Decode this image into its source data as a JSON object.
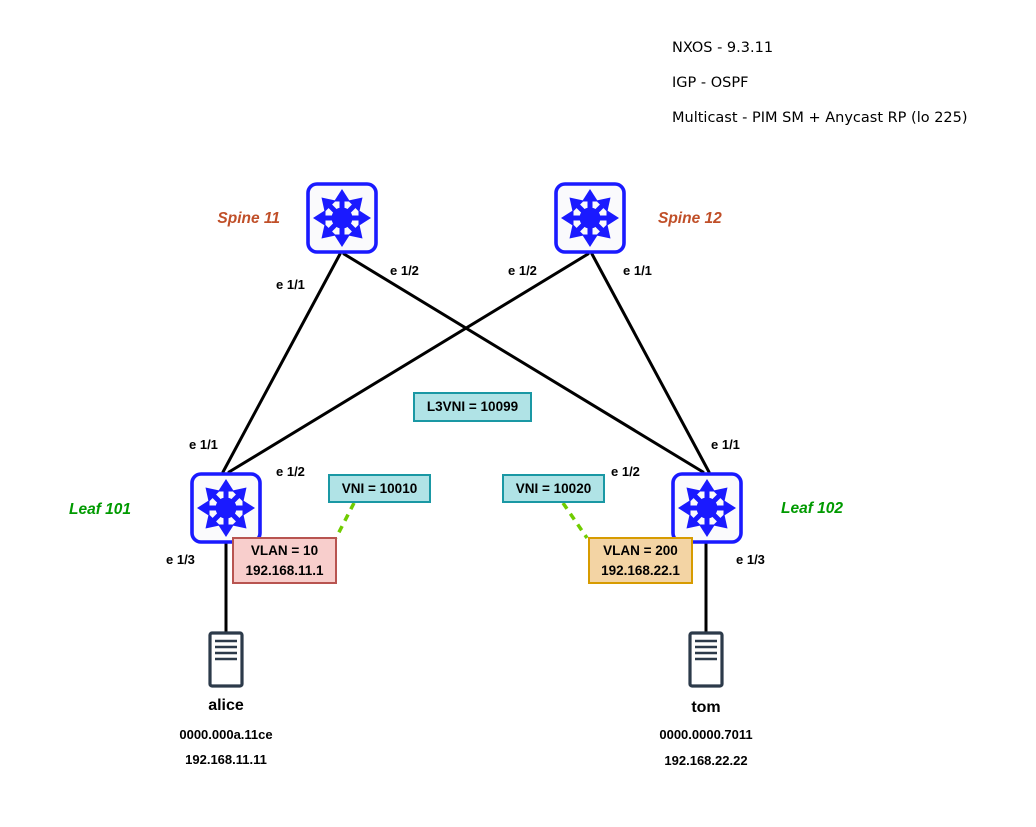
{
  "info": {
    "nxos": "NXOS - 9.3.11",
    "igp": "IGP - OSPF",
    "multicast": "Multicast - PIM SM + Anycast RP (lo 225)"
  },
  "nodes": {
    "spine11": "Spine 11",
    "spine12": "Spine 12",
    "leaf101": "Leaf 101",
    "leaf102": "Leaf 102"
  },
  "ports": {
    "spine11_e11": "e 1/1",
    "spine11_e12": "e 1/2",
    "spine12_e12": "e 1/2",
    "spine12_e11": "e 1/1",
    "leaf101_e11": "e 1/1",
    "leaf101_e12": "e 1/2",
    "leaf101_e13": "e 1/3",
    "leaf102_e11": "e 1/1",
    "leaf102_e12": "e 1/2",
    "leaf102_e13": "e 1/3"
  },
  "badges": {
    "l3vni": "L3VNI = 10099",
    "vni_10010": "VNI = 10010",
    "vni_10020": "VNI = 10020",
    "vlan10": {
      "line1": "VLAN = 10",
      "line2": "192.168.11.1"
    },
    "vlan200": {
      "line1": "VLAN = 200",
      "line2": "192.168.22.1"
    }
  },
  "hosts": {
    "alice": {
      "name": "alice",
      "mac": "0000.000a.11ce",
      "ip": "192.168.11.11"
    },
    "tom": {
      "name": "tom",
      "mac": "0000.0000.7011",
      "ip": "192.168.22.22"
    }
  },
  "colors": {
    "switch-blue": "#1a1aff",
    "spine-label": "#c04f28",
    "leaf-label": "#009a00",
    "teal-fill": "#b0e3e6",
    "teal-stroke": "#1a98a4",
    "red-fill": "#f8cecc",
    "red-stroke": "#b85450",
    "orange-fill": "#f3d4a4",
    "orange-stroke": "#d79b00",
    "green-dash": "#70cc00",
    "host-stroke": "#2c3a4a",
    "wire": "#000000"
  }
}
